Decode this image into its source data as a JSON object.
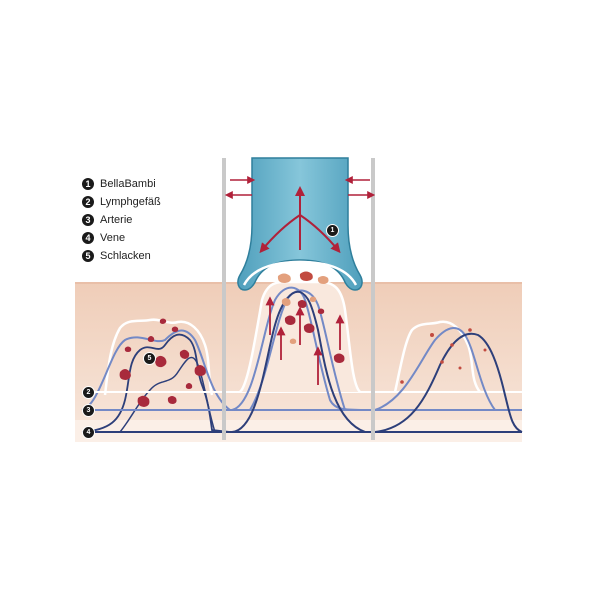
{
  "legend": {
    "items": [
      {
        "num": "1",
        "label": "BellaBambi"
      },
      {
        "num": "2",
        "label": "Lymphgefäß"
      },
      {
        "num": "3",
        "label": "Arterie"
      },
      {
        "num": "4",
        "label": "Vene"
      },
      {
        "num": "5",
        "label": "Schlacken"
      }
    ]
  },
  "markers": {
    "device": "1",
    "slag": "5",
    "lymph": "2",
    "artery": "3",
    "vein": "4"
  },
  "colors": {
    "skin": "#f1d2bf",
    "skin_deep": "#f6e0d2",
    "device": "#6fb7cf",
    "device_dark": "#2f7f9c",
    "arrow": "#b0213a",
    "slag": "#a82a3c",
    "artery": "#6f86c6",
    "vein": "#2d3f7a",
    "lymph": "#ffffff",
    "divider": "#c9c9c9"
  }
}
